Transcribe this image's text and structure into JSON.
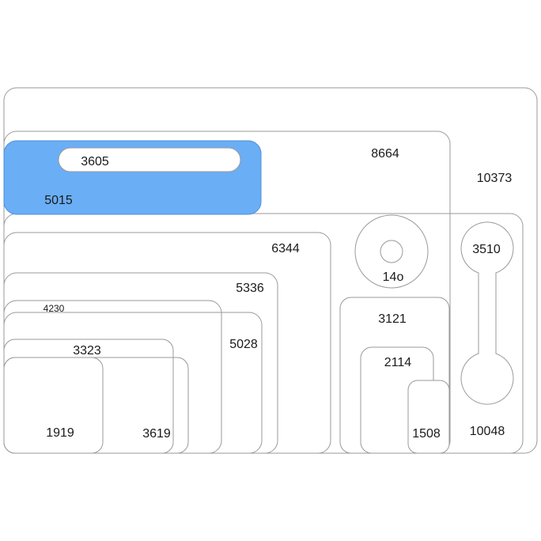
{
  "colors": {
    "background": "#ffffff",
    "outline": "#9a9a9a",
    "highlight_fill": "#6aaef5",
    "highlight_stroke": "#4a90d9",
    "text": "#1a1a1a"
  },
  "labels": {
    "l10373": "10373",
    "l8664": "8664",
    "l5015": "5015",
    "l3605": "3605",
    "l6344": "6344",
    "l5336": "5336",
    "l4230": "4230",
    "l5028": "5028",
    "l3323": "3323",
    "l1919": "1919",
    "l3619": "3619",
    "l14o": "14o",
    "l3121": "3121",
    "l2114": "2114",
    "l1508": "1508",
    "l3510": "3510",
    "l10048": "10048"
  }
}
